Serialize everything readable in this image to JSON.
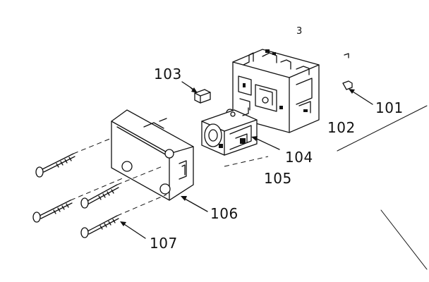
{
  "diagram": {
    "page_number": "3",
    "part_labels": [
      "101",
      "102",
      "103",
      "104",
      "105",
      "106",
      "107"
    ]
  }
}
